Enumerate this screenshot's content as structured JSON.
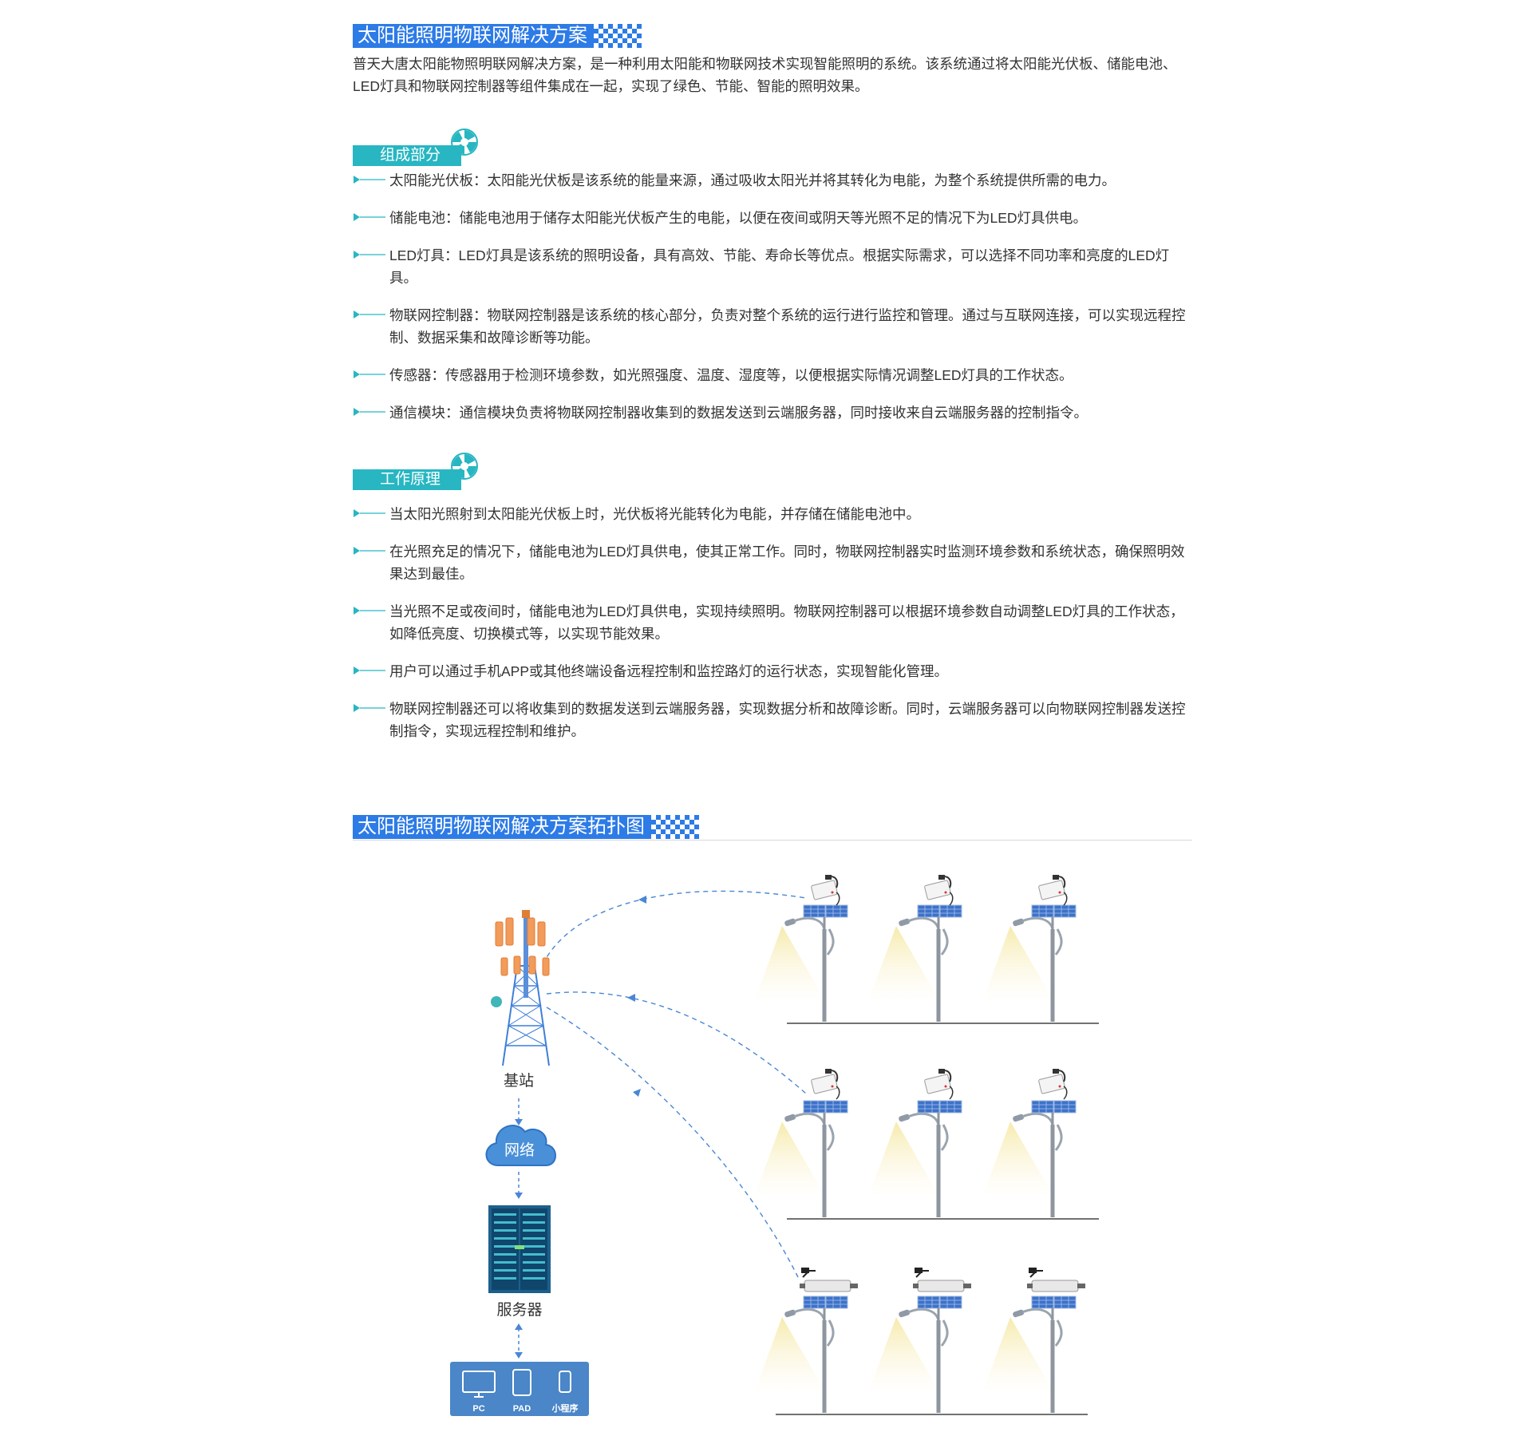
{
  "header": {
    "title": "太阳能照明物联网解决方案",
    "intro": "普天大唐太阳能物照明联网解决方案，是一种利用太阳能和物联网技术实现智能照明的系统。该系统通过将太阳能光伏板、储能电池、LED灯具和物联网控制器等组件集成在一起，实现了绿色、节能、智能的照明效果。"
  },
  "components": {
    "title": "组成部分",
    "items": [
      "太阳能光伏板：太阳能光伏板是该系统的能量来源，通过吸收太阳光并将其转化为电能，为整个系统提供所需的电力。",
      "储能电池：储能电池用于储存太阳能光伏板产生的电能，以便在夜间或阴天等光照不足的情况下为LED灯具供电。",
      "LED灯具：LED灯具是该系统的照明设备，具有高效、节能、寿命长等优点。根据实际需求，可以选择不同功率和亮度的LED灯具。",
      "物联网控制器：物联网控制器是该系统的核心部分，负责对整个系统的运行进行监控和管理。通过与互联网连接，可以实现远程控制、数据采集和故障诊断等功能。",
      "传感器：传感器用于检测环境参数，如光照强度、温度、湿度等，以便根据实际情况调整LED灯具的工作状态。",
      "通信模块：通信模块负责将物联网控制器收集到的数据发送到云端服务器，同时接收来自云端服务器的控制指令。"
    ]
  },
  "principle": {
    "title": "工作原理",
    "items": [
      "当太阳光照射到太阳能光伏板上时，光伏板将光能转化为电能，并存储在储能电池中。",
      "在光照充足的情况下，储能电池为LED灯具供电，使其正常工作。同时，物联网控制器实时监测环境参数和系统状态，确保照明效果达到最佳。",
      "当光照不足或夜间时，储能电池为LED灯具供电，实现持续照明。物联网控制器可以根据环境参数自动调整LED灯具的工作状态，如降低亮度、切换模式等，以实现节能效果。",
      "用户可以通过手机APP或其他终端设备远程控制和监控路灯的运行状态，实现智能化管理。",
      "物联网控制器还可以将收集到的数据发送到云端服务器，实现数据分析和故障诊断。同时，云端服务器可以向物联网控制器发送控制指令，实现远程控制和维护。"
    ]
  },
  "topology": {
    "title": "太阳能照明物联网解决方案拓扑图",
    "base_station": "基站",
    "network": "网络",
    "server": "服务器",
    "devices": [
      "PC",
      "PAD",
      "小程序"
    ]
  },
  "colors": {
    "title_blue": "#2d7be6",
    "tag_teal": "#27b6c2",
    "device_panel": "#4a86c8"
  }
}
